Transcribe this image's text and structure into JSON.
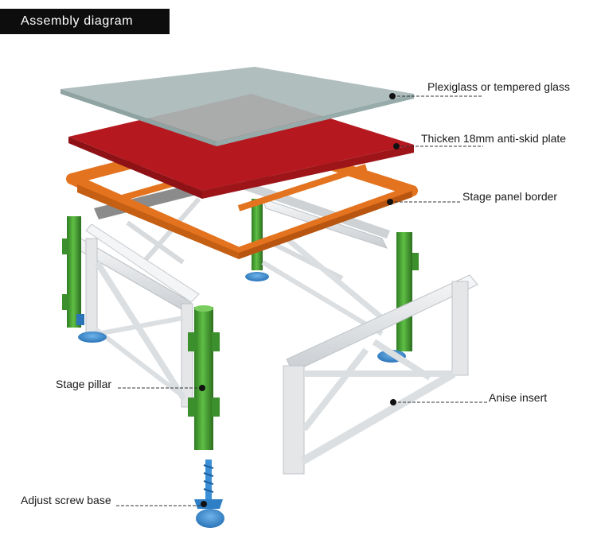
{
  "header": {
    "title": "Assembly diagram"
  },
  "colors": {
    "glass": "#a9b9b8",
    "plate": "#b5191f",
    "border": "#e3731f",
    "truss": "#e6e8ea",
    "pillar": "#49a437",
    "base": "#3b8fd6",
    "leader": "#333333"
  },
  "labels": {
    "glass": "Plexiglass or tempered glass",
    "plate": "Thicken 18mm anti-skid plate",
    "border": "Stage panel border",
    "pillar": "Stage pillar",
    "insert": "Anise insert",
    "screw_base": "Adjust screw base"
  }
}
